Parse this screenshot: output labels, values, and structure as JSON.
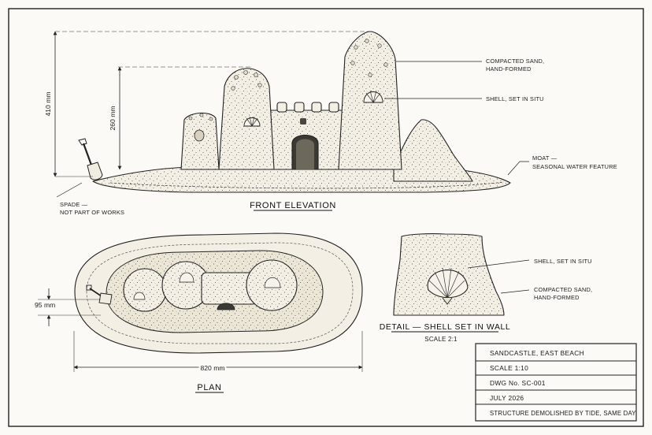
{
  "front_elevation": {
    "title": "FRONT ELEVATION",
    "dimensions": {
      "overall_height": "410 mm",
      "tower_height": "260 mm"
    },
    "labels": {
      "compacted_sand": [
        "COMPACTED SAND,",
        "HAND-FORMED"
      ],
      "shell": "SHELL, SET IN SITU",
      "moat": [
        "MOAT —",
        "SEASONAL WATER FEATURE"
      ],
      "spade": [
        "SPADE —",
        "NOT PART OF WORKS"
      ]
    }
  },
  "plan": {
    "title": "PLAN",
    "dimensions": {
      "depth": "95 mm",
      "width": "820 mm"
    }
  },
  "detail": {
    "title": "DETAIL — SHELL SET IN WALL",
    "scale": "SCALE 2:1",
    "labels": {
      "shell": "SHELL, SET IN SITU",
      "compacted_sand": [
        "COMPACTED SAND,",
        "HAND-FORMED"
      ]
    }
  },
  "title_block": {
    "project": "SANDCASTLE, EAST BEACH",
    "scale": "SCALE 1:10",
    "drawing_no": "DWG No. SC-001",
    "date": "JULY 2026",
    "note": "STRUCTURE DEMOLISHED BY TIDE, SAME DAY"
  }
}
